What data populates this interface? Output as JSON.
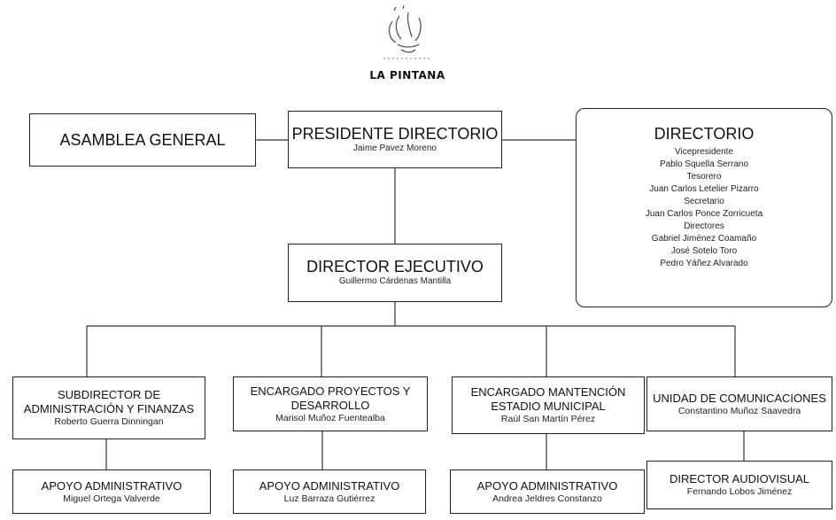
{
  "logo": {
    "text": "LA PINTANA"
  },
  "asamblea": {
    "title": "ASAMBLEA GENERAL"
  },
  "presidente": {
    "title": "PRESIDENTE DIRECTORIO",
    "name": "Jaime Pavez Moreno"
  },
  "directorio": {
    "title": "DIRECTORIO",
    "lines": [
      "Vicepresidente",
      "Pablo Squella Serrano",
      "Tesorero",
      "Juan Carlos Letelier Pizarro",
      "Secretario",
      "Juan Carlos Ponce Zorricueta",
      "Directores",
      "Gabriel Jiménez Coamaño",
      "José Sotelo Toro",
      "Pedro Yáñez Alvarado"
    ]
  },
  "ejecutivo": {
    "title": "DIRECTOR EJECUTIVO",
    "name": "Guillermo Cárdenas Mantilla"
  },
  "units": [
    {
      "title_1": "SUBDIRECTOR DE",
      "title_2": "ADMINISTRACIÓN Y FINANZAS",
      "name": "Roberto Guerra Dinningan",
      "sub_title": "APOYO ADMINISTRATIVO",
      "sub_name": "Miguel Ortega Valverde"
    },
    {
      "title_1": "ENCARGADO PROYECTOS Y",
      "title_2": "DESARROLLO",
      "name": "Marisol Muñoz Fuentealba",
      "sub_title": "APOYO ADMINISTRATIVO",
      "sub_name": "Luz Barraza Gutiérrez"
    },
    {
      "title_1": "ENCARGADO MANTENCIÓN",
      "title_2": "ESTADIO MUNICIPAL",
      "name": "Raúl San Martín Pérez",
      "sub_title": "APOYO ADMINISTRATIVO",
      "sub_name": "Andrea Jeldres Constanzo"
    },
    {
      "title_1": "UNIDAD DE COMUNICACIONES",
      "title_2": "",
      "name": "Constantino Muñoz Saavedra",
      "sub_title": "DIRECTOR AUDIOVISUAL",
      "sub_name": "Fernando Lobos Jiménez"
    }
  ]
}
